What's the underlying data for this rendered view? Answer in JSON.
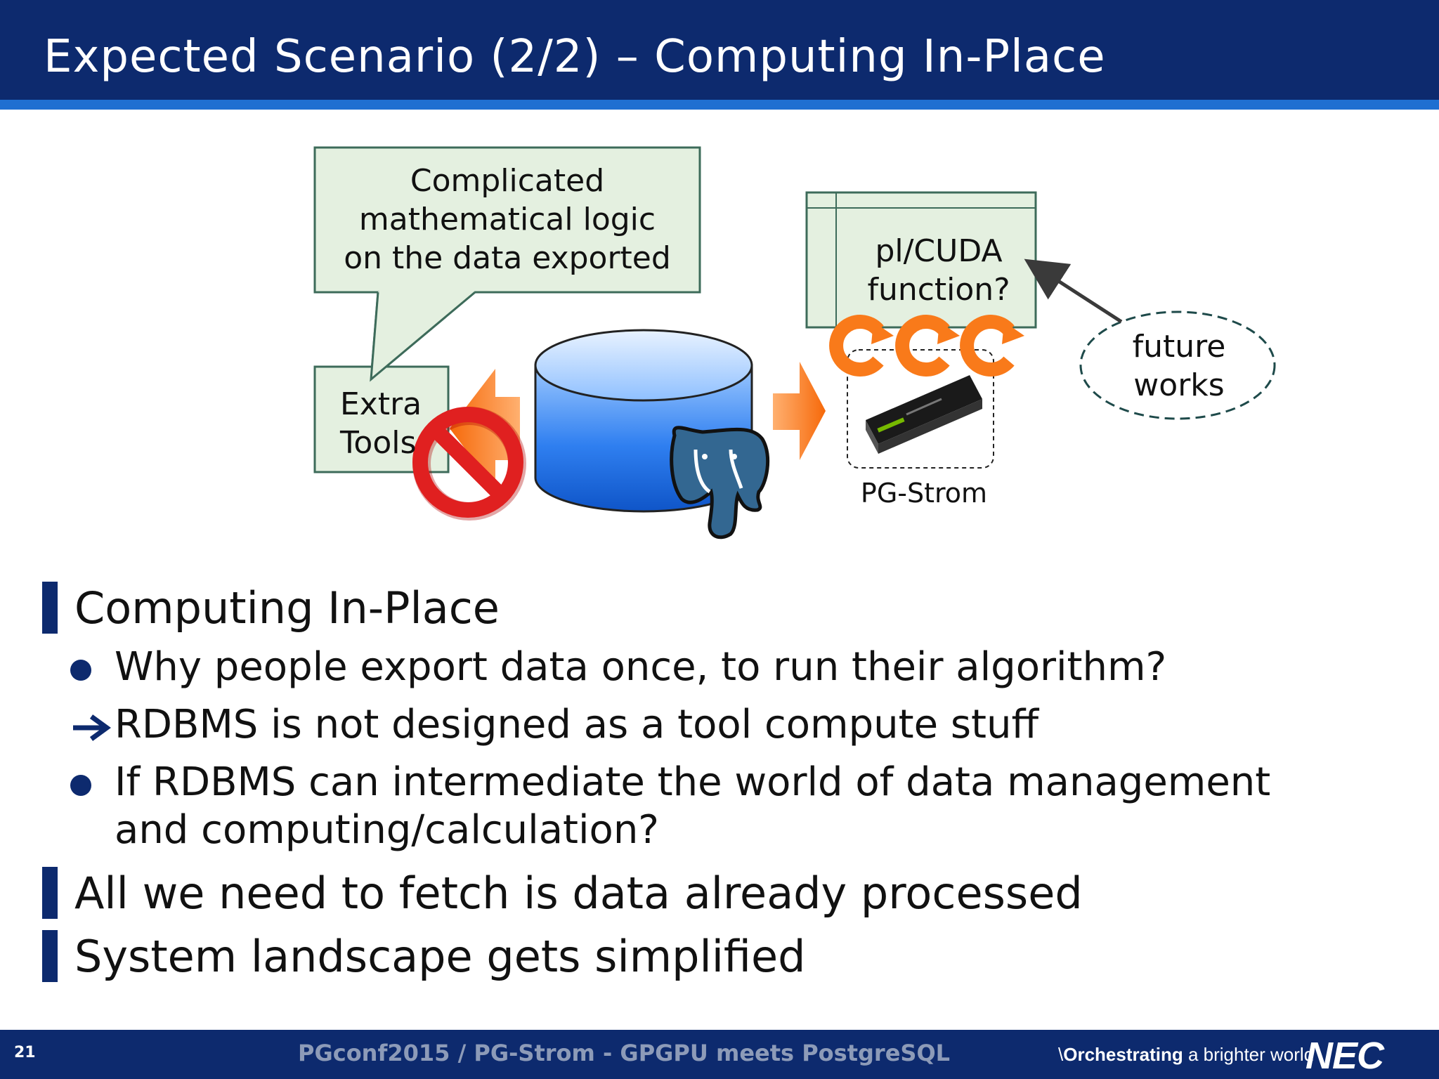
{
  "header": {
    "title": "Expected Scenario (2/2) – Computing In-Place"
  },
  "diagram": {
    "callout_text": "Complicated\nmathematical logic\non the data exported",
    "extra_tools_text": "Extra\nTools",
    "cuda_text": "pl/CUDA\nfunction?",
    "future_text": "future\nworks",
    "pg_strom_label": "PG-Strom"
  },
  "body": {
    "heading_1": "Computing In-Place",
    "bullet_1": "Why people export data once, to run their algorithm?",
    "arrow_item": "RDBMS is not designed as a tool compute stuff",
    "bullet_2": "If RDBMS can intermediate the world of data management\nand computing/calculation?",
    "heading_2": "All we need to fetch is data already processed",
    "heading_3": "System landscape gets simplified"
  },
  "footer": {
    "page_number": "21",
    "center_text": "PGconf2015 / PG-Strom - GPGPU meets PostgreSQL",
    "tagline_prefix": "\\",
    "tagline_bold": "Orchestrating",
    "tagline_rest": " a brighter world",
    "logo": "NEC"
  },
  "colors": {
    "navy": "#0d2a6e",
    "stripe_blue": "#1f6fd1",
    "box_fill": "#e4f0e0",
    "box_stroke": "#3d6b5a",
    "orange": "#f97a1a",
    "db_blue": "#1c6fe8",
    "no_sign_red": "#e02020"
  }
}
